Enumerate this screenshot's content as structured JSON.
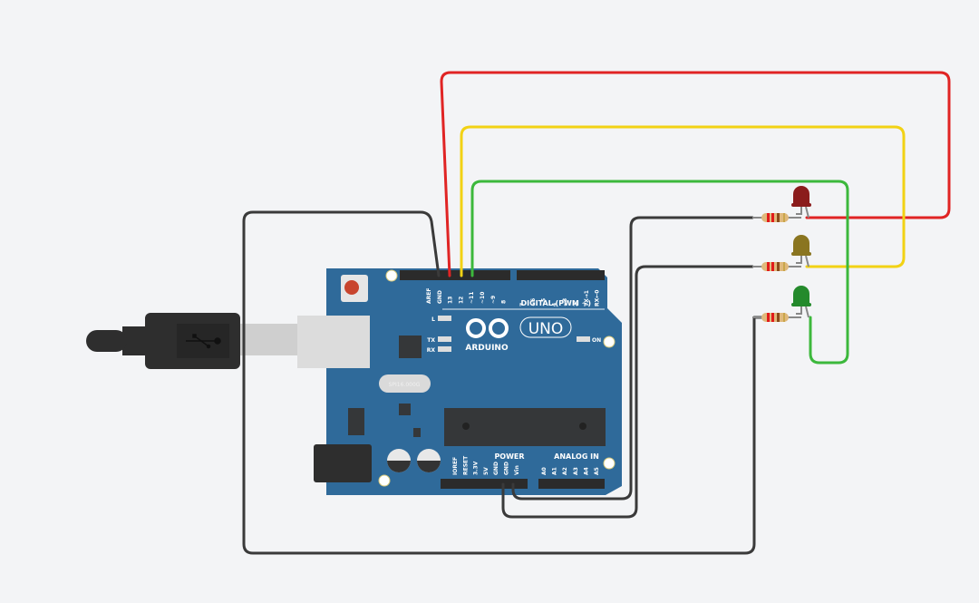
{
  "board": {
    "brand": "ARDUINO",
    "model": "UNO",
    "crystal_label": "SPI16.000G",
    "digital_header_label": "DIGITAL (PWM ~)",
    "power_header_label": "POWER",
    "analog_header_label": "ANALOG IN",
    "led_labels": {
      "l": "L",
      "tx": "TX",
      "rx": "RX",
      "on": "ON"
    },
    "digital_pins_left": [
      "AREF",
      "GND",
      "13",
      "12",
      "~11",
      "~10",
      "~9",
      "8"
    ],
    "digital_pins_right": [
      "7",
      "~6",
      "~5",
      "4",
      "~3",
      "2",
      "TX→1",
      "RX←0"
    ],
    "power_pins": [
      "IOREF",
      "RESET",
      "3.3V",
      "5V",
      "GND",
      "GND",
      "Vin"
    ],
    "analog_pins": [
      "A0",
      "A1",
      "A2",
      "A3",
      "A4",
      "A5"
    ],
    "colors": {
      "pcb": "#2f6a9a",
      "header": "#2b2b2b",
      "chip": "#353739"
    }
  },
  "components": {
    "leds": [
      {
        "name": "red-led",
        "color": "#8b1c1c"
      },
      {
        "name": "yellow-led",
        "color": "#8a7520"
      },
      {
        "name": "green-led",
        "color": "#248a2c"
      }
    ],
    "resistors": [
      {
        "name": "resistor-red-led"
      },
      {
        "name": "resistor-yellow-led"
      },
      {
        "name": "resistor-green-led"
      }
    ]
  },
  "wires": [
    {
      "name": "wire-pin13-red",
      "color": "#e02424",
      "from": "13",
      "to": "red-led"
    },
    {
      "name": "wire-pin12-yellow",
      "color": "#f2d214",
      "from": "12",
      "to": "yellow-led"
    },
    {
      "name": "wire-pin11-green",
      "color": "#3cb83c",
      "from": "~11",
      "to": "green-led"
    },
    {
      "name": "wire-gnd-top",
      "color": "#3a3a3a",
      "from": "GND",
      "to": "resistor-green-led"
    },
    {
      "name": "wire-gnd-power-1",
      "color": "#3a3a3a",
      "from": "GND",
      "to": "resistor-red-led"
    },
    {
      "name": "wire-gnd-power-2",
      "color": "#3a3a3a",
      "from": "GND",
      "to": "resistor-yellow-led"
    }
  ]
}
